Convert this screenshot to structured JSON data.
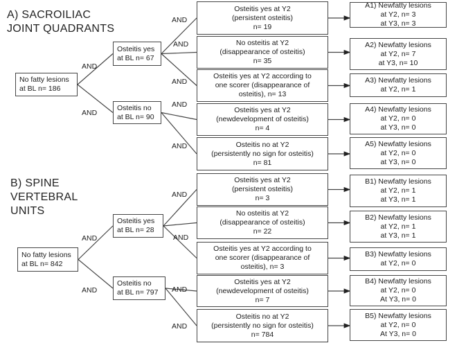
{
  "sections": [
    {
      "title_lines": [
        "A) SACROILIAC",
        "JOINT QUADRANTS"
      ],
      "root": [
        "No fatty lesions",
        "at BL n= 186"
      ],
      "bl_yes": [
        "Osteitis yes",
        "at BL n= 67"
      ],
      "bl_no": [
        "Osteitis no",
        "at BL n= 90"
      ],
      "y2": [
        [
          "Osteitis yes at Y2",
          "(persistent osteitis)",
          "n= 19"
        ],
        [
          "No osteitis at Y2",
          "(disappearance of osteitis)",
          "n= 35"
        ],
        [
          "Osteitis yes at Y2 according to",
          "one scorer (disappearance of",
          "osteitis), n= 13"
        ],
        [
          "Osteitis yes at Y2",
          "(newdevelopment of osteitis)",
          "n= 4"
        ],
        [
          "Osteitis no at Y2",
          "(persistently no sign for osteitis)",
          "n= 81"
        ]
      ],
      "outcomes": [
        [
          "A1) Newfatty lesions",
          "at Y2, n= 3",
          "at Y3, n= 3"
        ],
        [
          "A2) Newfatty lesions",
          "at Y2, n= 7",
          "at Y3, n= 10"
        ],
        [
          "A3) Newfatty lesions",
          "at Y2, n= 1"
        ],
        [
          "A4) Newfatty lesions",
          "at Y2, n= 0",
          "at Y3, n= 0"
        ],
        [
          "A5) Newfatty lesions",
          "at Y2, n= 0",
          "at Y3, n= 0"
        ]
      ]
    },
    {
      "title_lines": [
        "B) SPINE",
        "VERTEBRAL",
        "UNITS"
      ],
      "root": [
        "No fatty lesions",
        "at BL n= 842"
      ],
      "bl_yes": [
        "Osteitis yes",
        "at BL n= 28"
      ],
      "bl_no": [
        "Osteitis no",
        "at BL n= 797"
      ],
      "y2": [
        [
          "Osteitis yes at Y2",
          "(persistent osteitis)",
          "n= 3"
        ],
        [
          "No osteitis at Y2",
          "(disappearance of osteitis)",
          "n= 22"
        ],
        [
          "Osteitis yes at Y2 according to",
          "one scorer (disappearance of",
          "osteitis), n= 3"
        ],
        [
          "Osteitis yes at Y2",
          "(newdevelopment of osteitis)",
          "n= 7"
        ],
        [
          "Osteitis no at Y2",
          "(persistently no sign for osteitis)",
          "n= 784"
        ]
      ],
      "outcomes": [
        [
          "B1) Newfatty lesions",
          "at Y2, n= 1",
          "at Y3, n= 1"
        ],
        [
          "B2) Newfatty lesions",
          "at Y2, n= 1",
          "at Y3, n= 1"
        ],
        [
          "B3) Newfatty lesions",
          "at Y2, n= 0"
        ],
        [
          "B4) Newfatty lesions",
          "at Y2, n= 0",
          "At Y3, n= 0"
        ],
        [
          "B5) Newfatty lesions",
          "at Y2, n= 0",
          "At  Y3, n= 0"
        ]
      ]
    }
  ],
  "connector_label": "AND"
}
